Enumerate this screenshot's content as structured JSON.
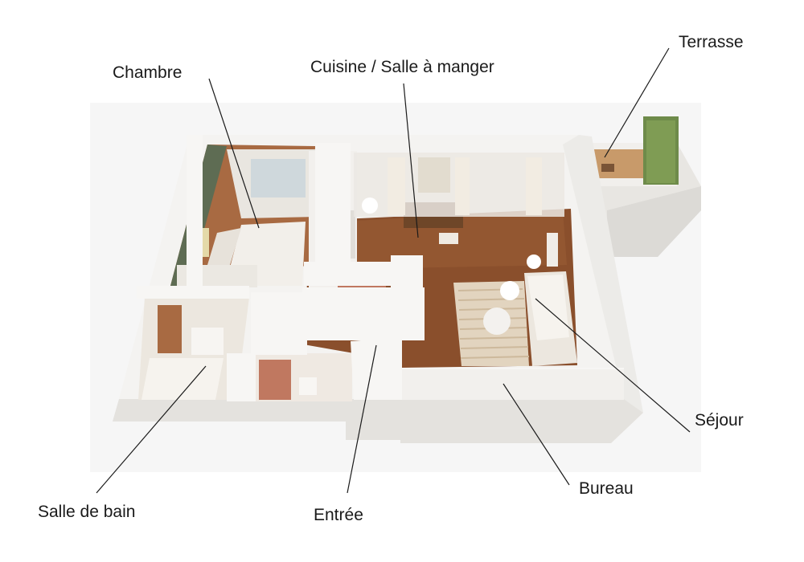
{
  "labels": {
    "chambre": "Chambre",
    "cuisine": "Cuisine / Salle à manger",
    "terrasse": "Terrasse",
    "sejour": "Séjour",
    "bureau": "Bureau",
    "entree": "Entrée",
    "salle_de_bain": "Salle de bain"
  },
  "colors": {
    "wall": "#f4f3f1",
    "wall_shadow": "#e6e4e0",
    "wood_floor": "#8a4f2c",
    "bedroom_wall": "#5e6c53",
    "terracotta": "#c07860",
    "leader_line": "#1a1a1a"
  }
}
